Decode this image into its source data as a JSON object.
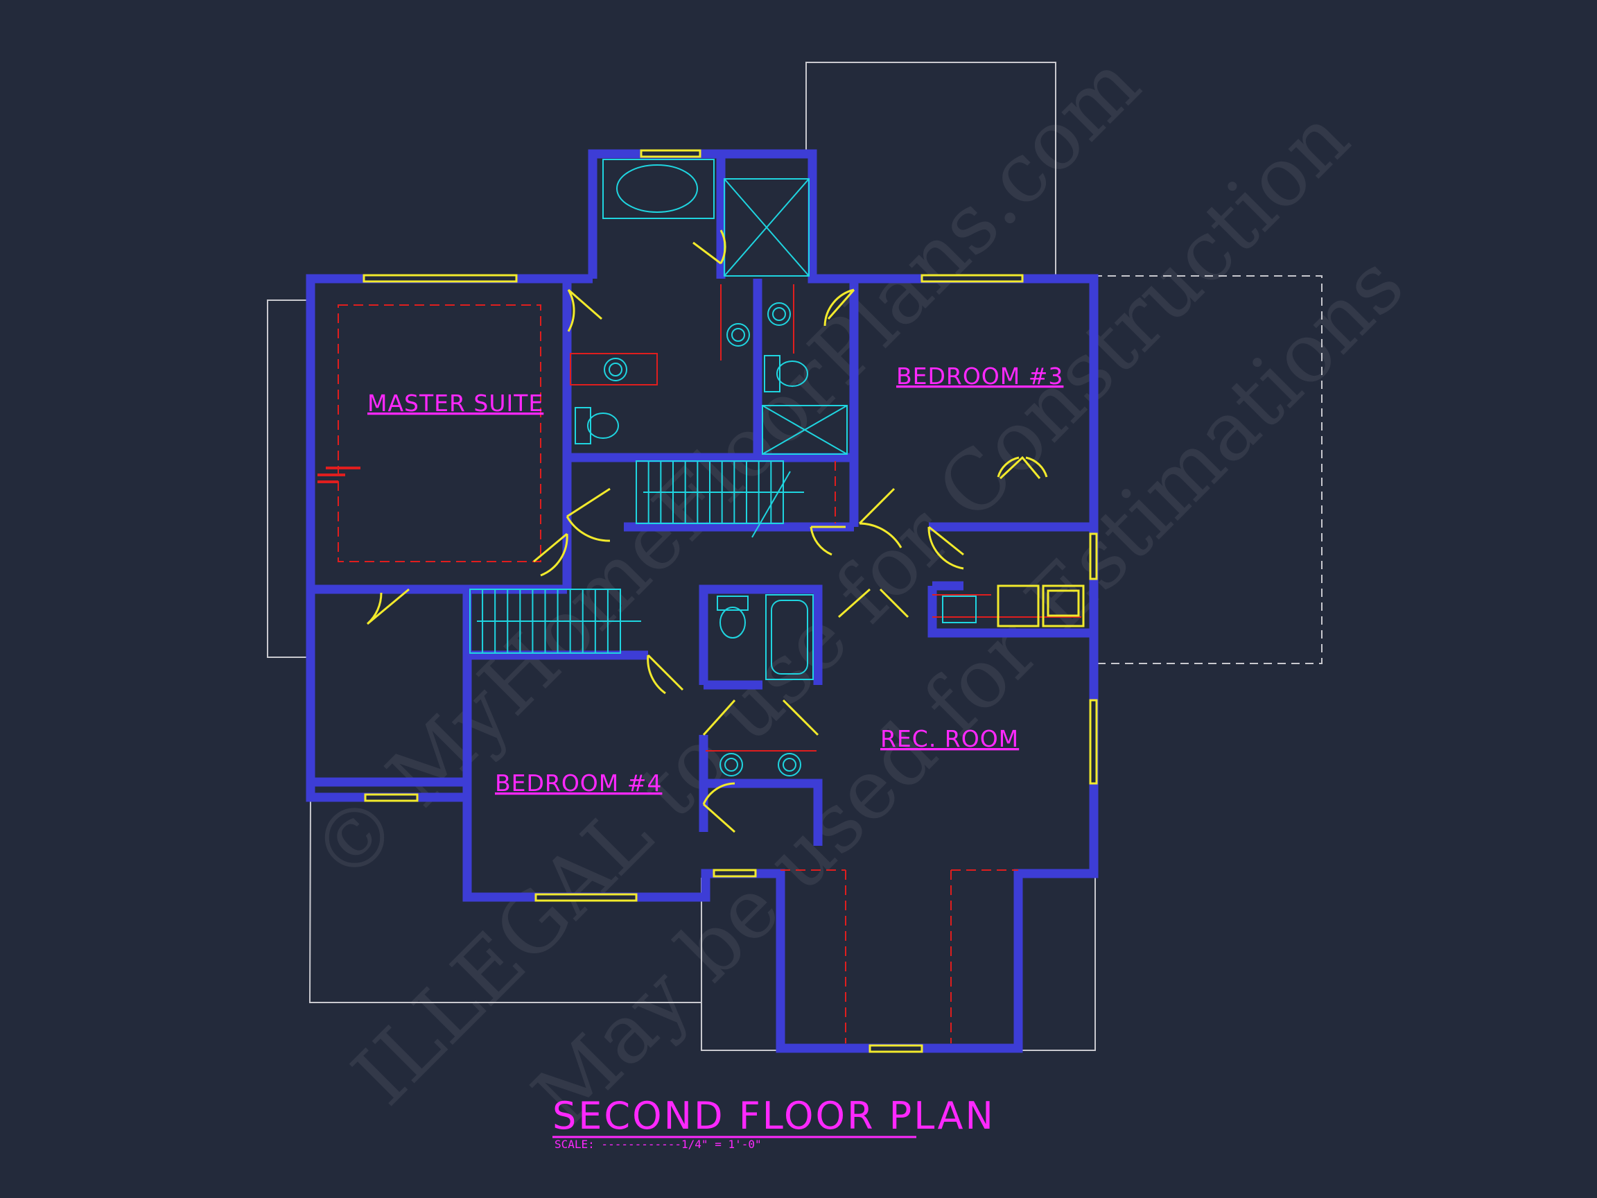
{
  "plan": {
    "title": "SECOND FLOOR PLAN",
    "scale": "SCALE: ------------1/4\" = 1'-0\""
  },
  "rooms": {
    "master_suite": "MASTER SUITE",
    "bedroom_3": "BEDROOM #3",
    "bedroom_4": "BEDROOM #4",
    "rec_room": "REC. ROOM"
  },
  "watermark": {
    "line1": "© MyHomeFloorPlans.com",
    "line2": "ILLEGAL to use for Construction",
    "line3": "May be used for Estimations"
  },
  "colors": {
    "background": "#232a3b",
    "walls": "#3d3dd6",
    "labels": "#ff28ff",
    "fixtures": "#1fd5e0",
    "doors_windows": "#f2ea2c",
    "hidden_lines": "#e01e1e",
    "outline": "#c9c9cf"
  }
}
